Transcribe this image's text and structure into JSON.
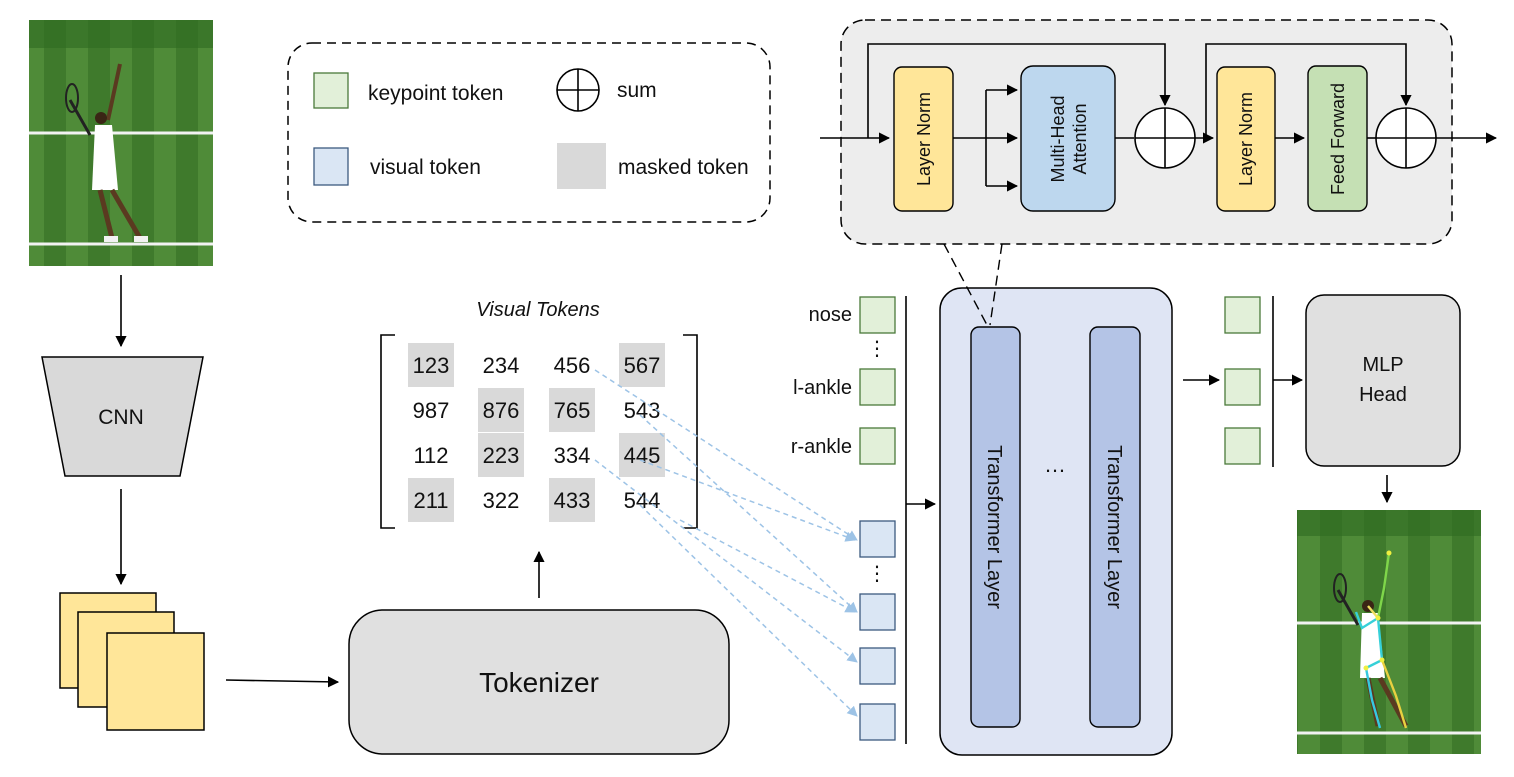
{
  "legend": {
    "keypoint_token": "keypoint token",
    "visual_token": "visual token",
    "sum": "sum",
    "masked_token": "masked token"
  },
  "backbone": {
    "cnn_label": "CNN",
    "tokenizer_label": "Tokenizer"
  },
  "visual_tokens": {
    "title": "Visual Tokens",
    "rows": [
      [
        {
          "v": "123",
          "masked": true
        },
        {
          "v": "234",
          "masked": false
        },
        {
          "v": "456",
          "masked": false
        },
        {
          "v": "567",
          "masked": true
        }
      ],
      [
        {
          "v": "987",
          "masked": false
        },
        {
          "v": "876",
          "masked": true
        },
        {
          "v": "765",
          "masked": true
        },
        {
          "v": "543",
          "masked": false
        }
      ],
      [
        {
          "v": "112",
          "masked": false
        },
        {
          "v": "223",
          "masked": true
        },
        {
          "v": "334",
          "masked": false
        },
        {
          "v": "445",
          "masked": true
        }
      ],
      [
        {
          "v": "211",
          "masked": true
        },
        {
          "v": "322",
          "masked": false
        },
        {
          "v": "433",
          "masked": true
        },
        {
          "v": "544",
          "masked": false
        }
      ]
    ]
  },
  "keypoints": {
    "nose": "nose",
    "dots": "⋮",
    "l_ankle": "l-ankle",
    "r_ankle": "r-ankle"
  },
  "transformer": {
    "layer_label": "Transformer Layer",
    "ellipsis": "…"
  },
  "block": {
    "layer_norm": "Layer Norm",
    "mha_line1": "Multi-Head",
    "mha_line2": "Attention",
    "feed_forward": "Feed Forward"
  },
  "head": {
    "line1": "MLP",
    "line2": "Head"
  },
  "colors": {
    "keypoint_fill": "#e2f0d9",
    "keypoint_stroke": "#4a7a3a",
    "visual_fill": "#dae6f4",
    "visual_stroke": "#3c5a80",
    "masked_fill": "#d9d9d9",
    "layer_norm_fill": "#ffe699",
    "mha_fill": "#bdd7ee",
    "ff_fill": "#c5e0b4",
    "transformer_panel": "#dfe5f4",
    "transformer_layer": "#b4c4e6",
    "feature_map": "#ffe699",
    "grey_box": "#e0e0e0",
    "dashed_arrow": "#9dc3e6"
  }
}
